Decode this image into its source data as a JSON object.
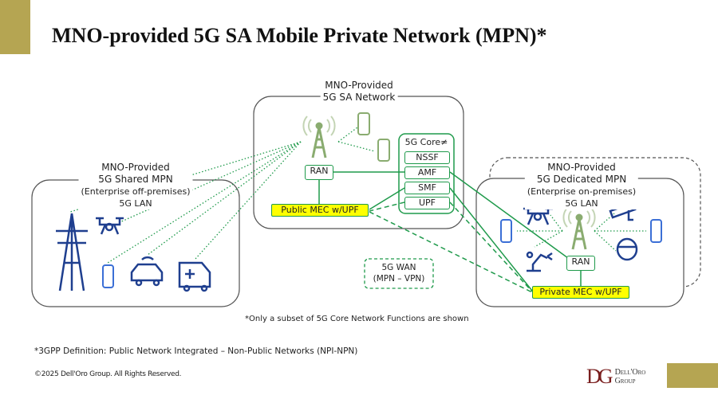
{
  "title": "MNO-provided 5G SA Mobile Private Network (MPN)*",
  "center": {
    "line1": "MNO-Provided",
    "line2": "5G SA Network",
    "ran": "RAN",
    "mec": "Public MEC w/UPF",
    "core": {
      "title": "5G Core≠",
      "functions": [
        "NSSF",
        "AMF",
        "SMF",
        "UPF"
      ]
    }
  },
  "left": {
    "line1": "MNO-Provided",
    "line2": "5G Shared MPN",
    "line3": "(Enterprise off-premises)",
    "line4": "5G LAN"
  },
  "right": {
    "line1": "MNO-Provided",
    "line2": "5G Dedicated MPN",
    "line3": "(Enterprise on-premises)",
    "line4": "5G LAN",
    "ran": "RAN",
    "mec": "Private MEC w/UPF"
  },
  "wan": {
    "line1": "5G WAN",
    "line2": "(MPN – VPN)"
  },
  "footnote_core": "*Only a subset of 5G Core Network Functions are shown",
  "footnote_def": "*3GPP Definition: Public Network Integrated – Non-Public Networks (NPI-NPN)",
  "copyright": "©2025 Dell'Oro Group. All Rights Reserved.",
  "logo": {
    "mark": "DG",
    "line1": "Dell'Oro",
    "line2": "Group"
  },
  "colors": {
    "gold": "#b5a552",
    "green": "#1f9a4b",
    "yellow": "#ffff00",
    "icon_blue": "#1f3f8f"
  }
}
